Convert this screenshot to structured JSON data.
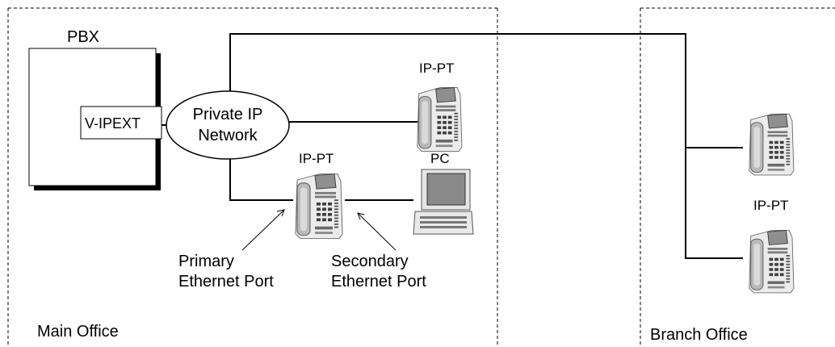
{
  "diagram": {
    "pbx_label": "PBX",
    "vipext_label": "V-IPEXT",
    "network_line1": "Private IP",
    "network_line2": "Network",
    "ippt_label": "IP-PT",
    "pc_label": "PC",
    "primary_port_line1": "Primary",
    "primary_port_line2": "Ethernet Port",
    "secondary_port_line1": "Secondary",
    "secondary_port_line2": "Ethernet Port",
    "main_office_label": "Main Office",
    "branch_office_label": "Branch Office"
  }
}
